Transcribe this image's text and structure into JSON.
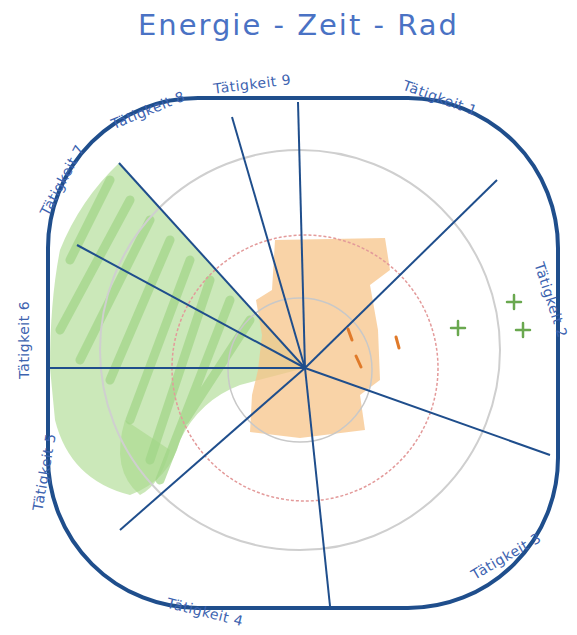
{
  "diagram": {
    "title": "Energie - Zeit - Rad",
    "labels": [
      "Tätigkeit 1",
      "Tätigkeit 2",
      "Tätigkeit 3",
      "Tätigkeit 4",
      "Tätigkeit 5",
      "Tätigkeit 6",
      "Tätigkeit 7",
      "Tätigkeit 8",
      "Tätigkeit 9"
    ]
  }
}
